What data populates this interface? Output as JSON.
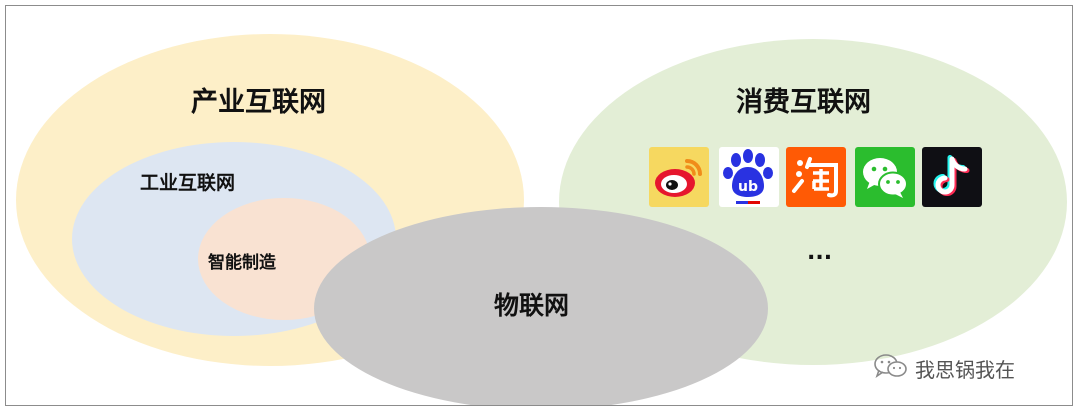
{
  "diagram": {
    "industrial_internet": "产业互联网",
    "consumer_internet": "消费互联网",
    "industrial_iot": "工业互联网",
    "smart_manufacturing": "智能制造",
    "internet_of_things": "物联网",
    "ellipsis": "..."
  },
  "apps": [
    "weibo-icon",
    "baidu-icon",
    "taobao-icon",
    "wechat-icon",
    "tiktok-icon"
  ],
  "watermark": {
    "text": "我思锅我在",
    "icon": "wechat-icon"
  },
  "colors": {
    "industrial": "#fdefc8",
    "consumer": "#e3eed6",
    "iiot": "#dde6f2",
    "manufacturing": "#f9e2d2",
    "iot": "#c9c8c8"
  }
}
